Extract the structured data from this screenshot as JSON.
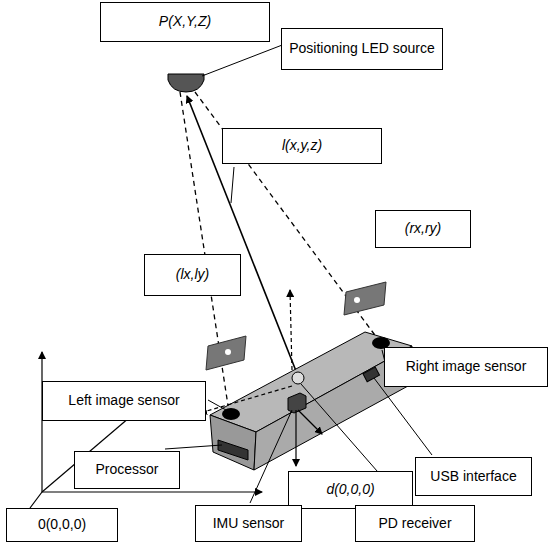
{
  "diagram": {
    "nodes": [
      {
        "text": [
          "P(X,Y,Z)"
        ]
      },
      {
        "text": [
          "Positioning LED source"
        ]
      },
      {
        "text": [
          "l(x,y,z)"
        ]
      },
      {
        "text": [
          "(lx,ly)"
        ]
      },
      {
        "text": [
          "(rx,ry)"
        ]
      },
      {
        "text": [
          "Left image sensor"
        ]
      },
      {
        "text": [
          "Right image sensor"
        ]
      },
      {
        "text": [
          "Processor"
        ]
      },
      {
        "text": [
          "USB interface"
        ]
      },
      {
        "text": [
          "d(0,0,0)"
        ]
      },
      {
        "text": [
          "0(0,0,0)"
        ]
      },
      {
        "text": [
          "IMU sensor"
        ]
      },
      {
        "text": [
          "PD receiver"
        ]
      }
    ]
  }
}
